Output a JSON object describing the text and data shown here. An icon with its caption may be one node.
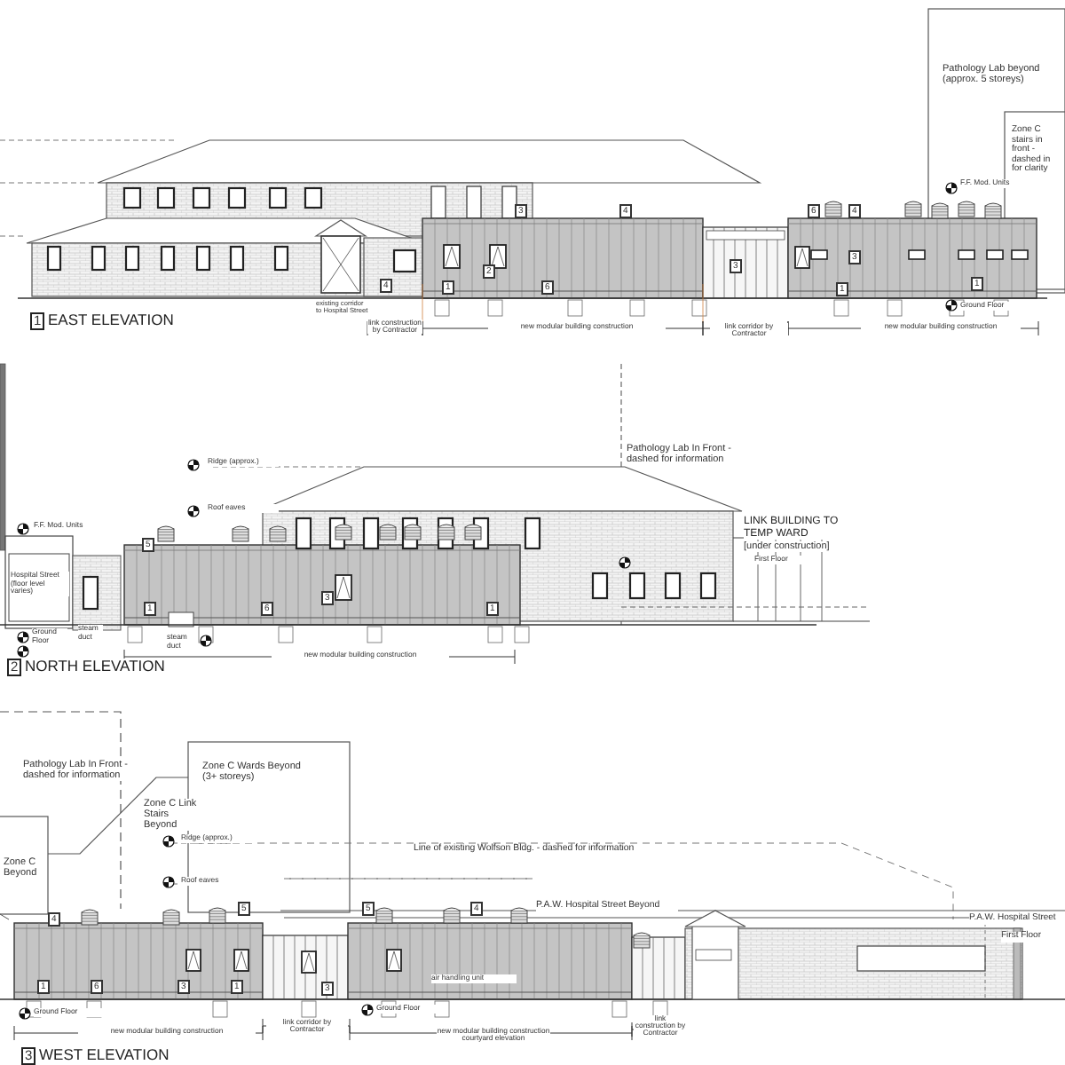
{
  "diagram": {
    "labels": [
      "Pathology Lab beyond (approx. 5 storeys)",
      "Zone C stairs in front - dashed in for clarity",
      "F.F. Mod. Units",
      "3",
      "4",
      "6",
      "4",
      "3",
      "3",
      "2",
      "4",
      "1",
      "6",
      "1",
      "1",
      "Ground Floor",
      "existing corridor to Hospital Street",
      "1",
      "EAST ELEVATION",
      "link construction by Contractor",
      "new modular building construction",
      "link corridor by Contractor",
      "new modular building construction",
      "Pathology Lab In Front - dashed for information",
      "Ridge (approx.)",
      "Roof eaves",
      "F.F. Mod. Units",
      "LINK BUILDING TO TEMP WARD",
      "[under construction]",
      "5",
      "First Floor",
      "Hospital Street (floor level varies)",
      "1",
      "6",
      "3",
      "1",
      "Ground Floor",
      "steam duct",
      "steam duct",
      "new modular building construction",
      "2",
      "NORTH ELEVATION",
      "Pathology Lab In Front - dashed for information",
      "Zone C Wards Beyond (3+ storeys)",
      "Zone C Link Stairs Beyond",
      "Ridge (approx.)",
      "Line of existing Wolfson Bldg. - dashed for information",
      "Zone C Beyond",
      "Roof eaves",
      "P.A.W. Hospital Street Beyond",
      "4",
      "5",
      "5",
      "4",
      "P.A.W. Hospital Street",
      "First Floor",
      "air handling unit",
      "1",
      "6",
      "3",
      "1",
      "3",
      "Ground Floor",
      "Ground Floor",
      "new modular building construction",
      "link corridor by Contractor",
      "new modular building construction courtyard elevation",
      "link construction by Contractor",
      "3",
      "WEST ELEVATION"
    ]
  }
}
